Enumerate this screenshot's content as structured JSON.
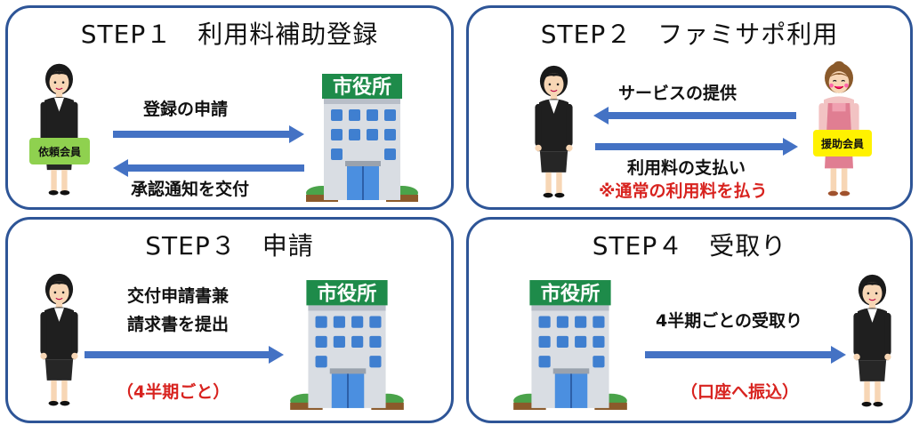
{
  "steps": [
    {
      "title": "STEP１　利用料補助登録",
      "arrow_labels": [
        "登録の申請",
        "承認通知を交付"
      ],
      "person_tag": "依頼会員",
      "building_sign": "市役所"
    },
    {
      "title": "STEP２　ファミサポ利用",
      "arrow_labels": [
        "サービスの提供",
        "利用料の支払い"
      ],
      "note": "※通常の利用料を払う",
      "person_tag": "援助会員"
    },
    {
      "title": "STEP３　申請",
      "arrow_labels": [
        "交付申請書兼",
        "請求書を提出"
      ],
      "note": "（4半期ごと）",
      "building_sign": "市役所"
    },
    {
      "title": "STEP４　受取り",
      "arrow_labels": [
        "4半期ごとの受取り"
      ],
      "note": "（口座へ振込）",
      "building_sign": "市役所"
    }
  ],
  "colors": {
    "border": "#2e5597",
    "arrow": "#4472c4",
    "note_red": "#d8231f",
    "building_sign": "#1e8b4a",
    "window": "#3f7fd0",
    "tag_green": "#8fd14f",
    "tag_yellow": "#fff200"
  },
  "icons": [
    "woman-in-suit-icon",
    "city-hall-building-icon",
    "arrow-right-icon",
    "arrow-left-icon",
    "apron-woman-icon"
  ]
}
